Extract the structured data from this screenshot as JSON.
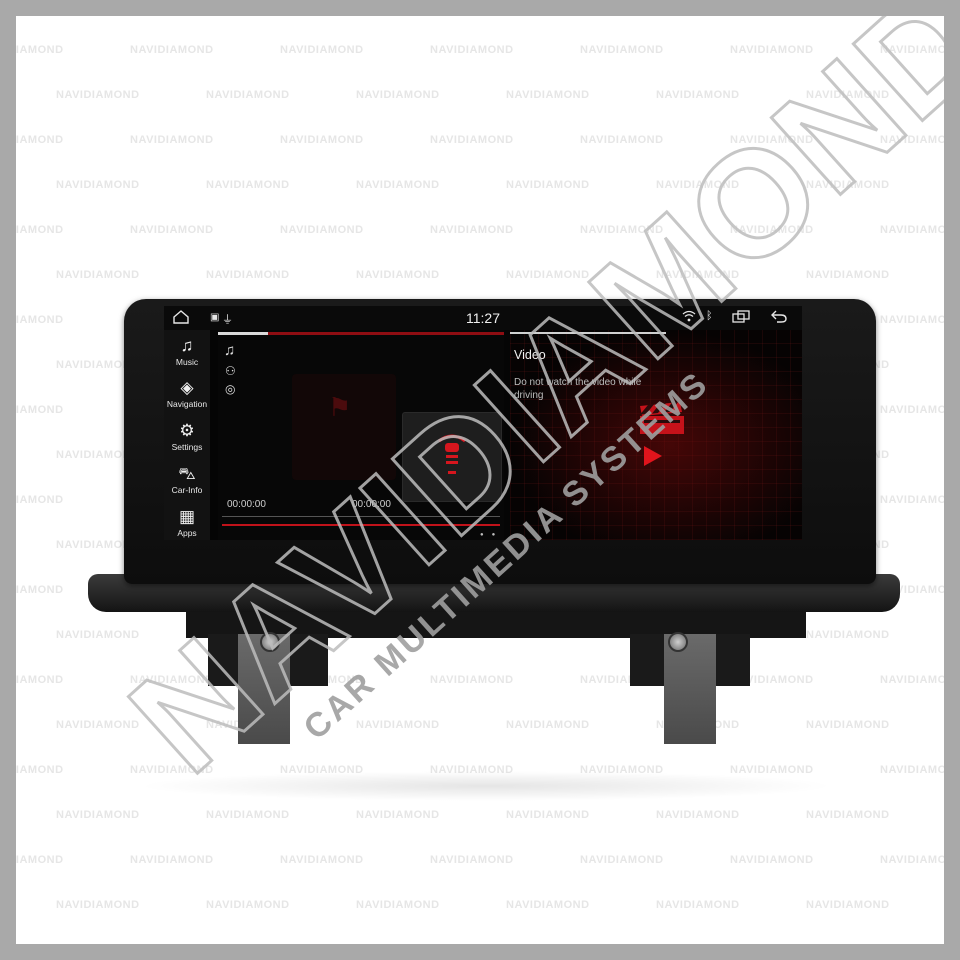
{
  "watermark": {
    "text": "NAVIDIAMOND"
  },
  "logo": {
    "wordmark": "NAVIDIAMOND",
    "tagline": "CAR MULTIMEDIA SYSTEMS"
  },
  "statusbar": {
    "time": "11:27"
  },
  "sidebar": {
    "items": [
      {
        "label": "Music",
        "icon": "music-note-icon",
        "glyph": "♫"
      },
      {
        "label": "Navigation",
        "icon": "compass-icon",
        "glyph": "◈"
      },
      {
        "label": "Settings",
        "icon": "gear-icon",
        "glyph": "⚙"
      },
      {
        "label": "Car-Info",
        "icon": "car-icon",
        "glyph": "⛍"
      },
      {
        "label": "Apps",
        "icon": "grid-icon",
        "glyph": "▦"
      }
    ]
  },
  "music": {
    "time_elapsed": "00:00:00",
    "time_total": "00:00:00"
  },
  "video": {
    "title": "Video",
    "warning": "Do not watch the video while driving"
  },
  "colors": {
    "accent": "#d6161e",
    "screen_bg": "#050505",
    "frame_border": "#a9a9a9"
  }
}
